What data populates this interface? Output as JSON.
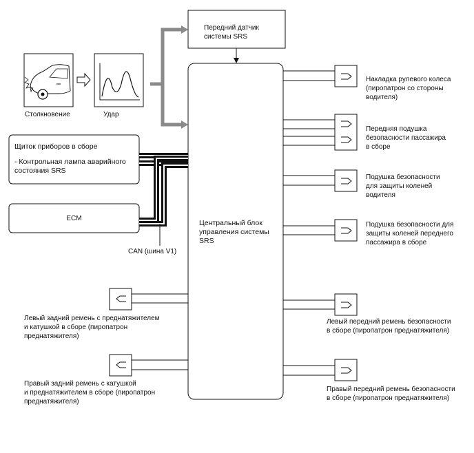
{
  "diagram": {
    "front_sensor": [
      "Передний датчик",
      "системы SRS"
    ],
    "collision": "Столкновение",
    "impact": "Удар",
    "cluster": [
      "Щиток приборов в сборе",
      "",
      "- Контрольная лампа аварийного",
      "состояния SRS"
    ],
    "ecm": "ECM",
    "can": "CAN (шина V1)",
    "central": [
      "Центральный блок",
      "управления системы",
      "SRS"
    ],
    "steering": [
      "Накладка рулевого колеса",
      "(пиропатрон со стороны",
      "водителя)"
    ],
    "pass_airbag": [
      "Передняя подушка",
      "безопасности пассажира",
      "в сборе"
    ],
    "driver_knee": [
      "Подушка безопасности",
      "для защиты коленей",
      "водителя"
    ],
    "pass_knee": [
      "Подушка безопасности для",
      "защиты коленей переднего",
      "пассажира в сборе"
    ],
    "left_front_belt": [
      "Левый передний ремень безопасности",
      "в сборе (пиропатрон преднатяжителя)"
    ],
    "right_front_belt": [
      "Правый передний ремень безопасности",
      "в сборе (пиропатрон преднатяжителя)"
    ],
    "left_rear_belt": [
      "Левый задний ремень с преднатяжителем",
      "и катушкой в сборе (пиропатрон",
      "преднатяжителя)"
    ],
    "right_rear_belt": [
      "Правый задний ремень с катушкой",
      "и преднатяжителем в сборе (пиропатрон",
      "преднатяжителя)"
    ]
  },
  "colors": {
    "line": "#111111",
    "arrow_gray": "#8a8a8a"
  },
  "icons": {
    "collision": "car-crash-icon",
    "impact": "impact-graph-icon"
  }
}
